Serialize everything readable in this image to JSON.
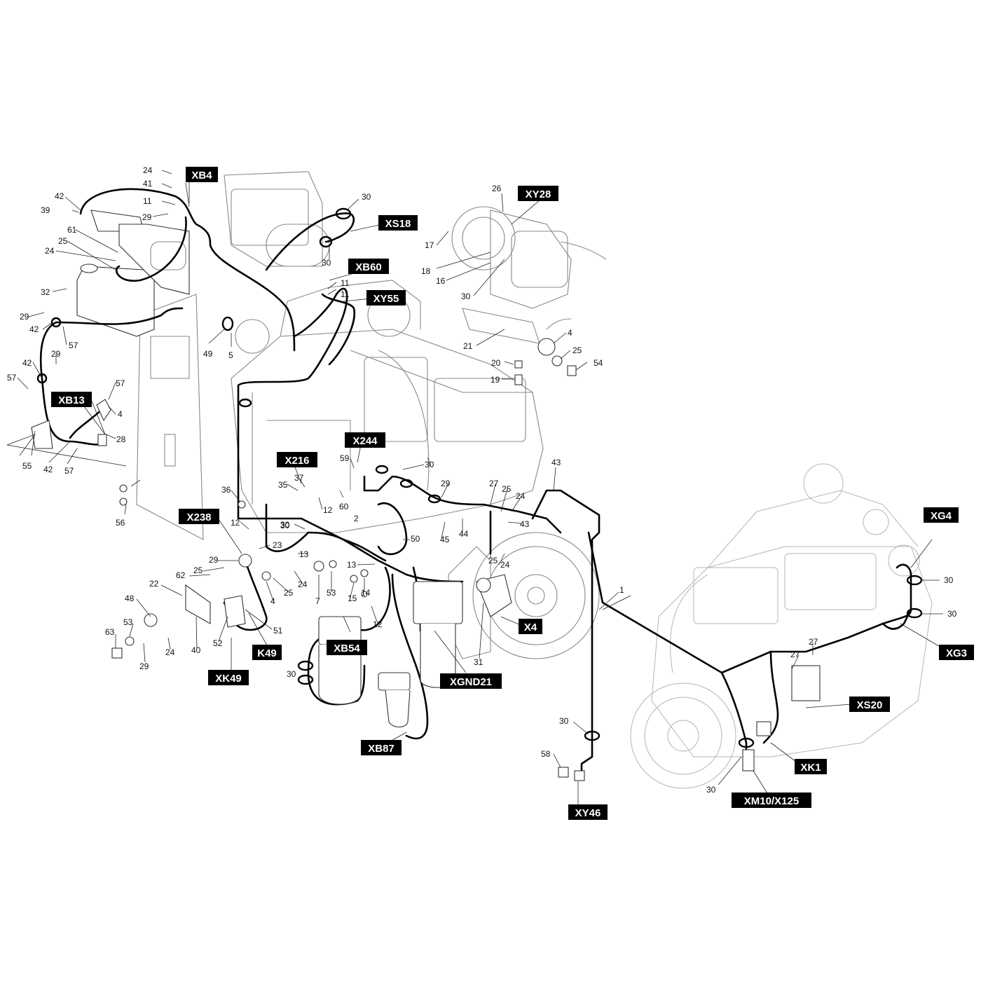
{
  "connector_tags": [
    "XB4",
    "XS18",
    "XY28",
    "XB60",
    "XY55",
    "XB13",
    "X244",
    "X216",
    "X238",
    "X4",
    "XB54",
    "XGND21",
    "XB87",
    "K49",
    "XK49",
    "XY46",
    "XG4",
    "XG3",
    "XS20",
    "XK1",
    "XM10/X125"
  ],
  "part_numbers": [
    "24",
    "41",
    "11",
    "29",
    "42",
    "39",
    "61",
    "25",
    "24",
    "32",
    "29",
    "42",
    "57",
    "42",
    "57",
    "29",
    "57",
    "4",
    "28",
    "55",
    "42",
    "57",
    "30",
    "30",
    "49",
    "5",
    "11",
    "11",
    "26",
    "17",
    "18",
    "16",
    "30",
    "21",
    "4",
    "25",
    "20",
    "54",
    "19",
    "59",
    "30",
    "43",
    "36",
    "35",
    "37",
    "12",
    "60",
    "2",
    "30",
    "29",
    "27",
    "25",
    "24",
    "43",
    "12",
    "23",
    "30",
    "13",
    "50",
    "45",
    "44",
    "25",
    "24",
    "29",
    "25",
    "62",
    "22",
    "48",
    "53",
    "63",
    "29",
    "24",
    "40",
    "52",
    "51",
    "24",
    "25",
    "4",
    "7",
    "53",
    "15",
    "14",
    "13",
    "12",
    "30",
    "31",
    "1",
    "30",
    "58",
    "30",
    "30",
    "27",
    "27",
    "30",
    "56"
  ]
}
